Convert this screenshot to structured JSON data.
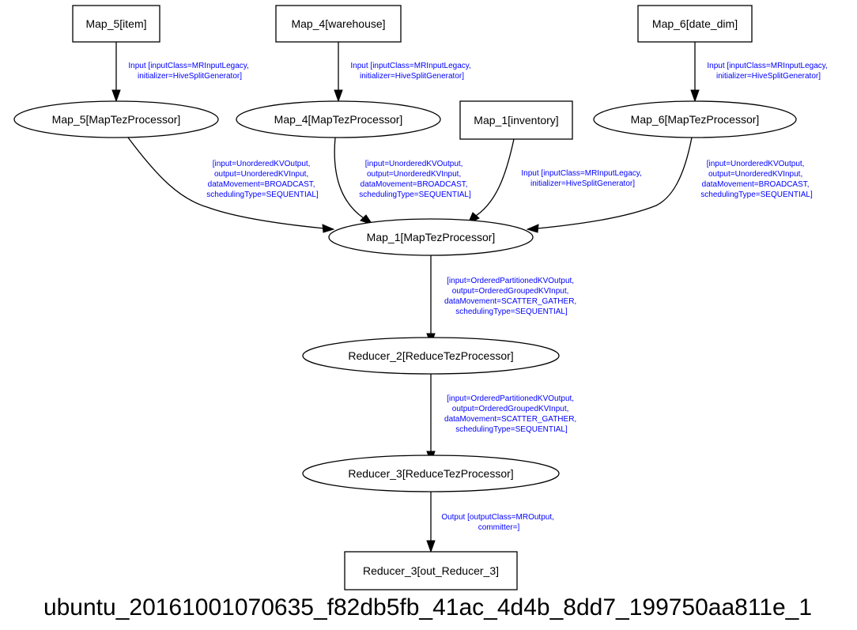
{
  "graph": {
    "title": "ubuntu_20161001070635_f82db5fb_41ac_4d4b_8dd7_199750aa811e_1",
    "nodes": {
      "map5_item": {
        "label": "Map_5[item]",
        "shape": "box"
      },
      "map4_warehouse": {
        "label": "Map_4[warehouse]",
        "shape": "box"
      },
      "map6_date_dim": {
        "label": "Map_6[date_dim]",
        "shape": "box"
      },
      "map5_proc": {
        "label": "Map_5[MapTezProcessor]",
        "shape": "ellipse"
      },
      "map4_proc": {
        "label": "Map_4[MapTezProcessor]",
        "shape": "ellipse"
      },
      "map1_inventory": {
        "label": "Map_1[inventory]",
        "shape": "box"
      },
      "map6_proc": {
        "label": "Map_6[MapTezProcessor]",
        "shape": "ellipse"
      },
      "map1_proc": {
        "label": "Map_1[MapTezProcessor]",
        "shape": "ellipse"
      },
      "reducer2_proc": {
        "label": "Reducer_2[ReduceTezProcessor]",
        "shape": "ellipse"
      },
      "reducer3_proc": {
        "label": "Reducer_3[ReduceTezProcessor]",
        "shape": "ellipse"
      },
      "reducer3_out": {
        "label": "Reducer_3[out_Reducer_3]",
        "shape": "box"
      }
    },
    "edges": {
      "map5_item_to_proc": {
        "from": "map5_item",
        "to": "map5_proc",
        "label": [
          "Input [inputClass=MRInputLegacy,",
          "initializer=HiveSplitGenerator]"
        ]
      },
      "map4_wh_to_proc": {
        "from": "map4_warehouse",
        "to": "map4_proc",
        "label": [
          "Input [inputClass=MRInputLegacy,",
          "initializer=HiveSplitGenerator]"
        ]
      },
      "map6_dd_to_proc": {
        "from": "map6_date_dim",
        "to": "map6_proc",
        "label": [
          "Input [inputClass=MRInputLegacy,",
          "initializer=HiveSplitGenerator]"
        ]
      },
      "map5_to_map1": {
        "from": "map5_proc",
        "to": "map1_proc",
        "label": [
          "[input=UnorderedKVOutput,",
          "output=UnorderedKVInput,",
          "dataMovement=BROADCAST,",
          "schedulingType=SEQUENTIAL]"
        ]
      },
      "map4_to_map1": {
        "from": "map4_proc",
        "to": "map1_proc",
        "label": [
          "[input=UnorderedKVOutput,",
          "output=UnorderedKVInput,",
          "dataMovement=BROADCAST,",
          "schedulingType=SEQUENTIAL]"
        ]
      },
      "inventory_to_map1": {
        "from": "map1_inventory",
        "to": "map1_proc",
        "label": [
          "Input [inputClass=MRInputLegacy,",
          "initializer=HiveSplitGenerator]"
        ]
      },
      "map6_to_map1": {
        "from": "map6_proc",
        "to": "map1_proc",
        "label": [
          "[input=UnorderedKVOutput,",
          "output=UnorderedKVInput,",
          "dataMovement=BROADCAST,",
          "schedulingType=SEQUENTIAL]"
        ]
      },
      "map1_to_reducer2": {
        "from": "map1_proc",
        "to": "reducer2_proc",
        "label": [
          "[input=OrderedPartitionedKVOutput,",
          "output=OrderedGroupedKVInput,",
          "dataMovement=SCATTER_GATHER,",
          "schedulingType=SEQUENTIAL]"
        ]
      },
      "reducer2_to_reducer3": {
        "from": "reducer2_proc",
        "to": "reducer3_proc",
        "label": [
          "[input=OrderedPartitionedKVOutput,",
          "output=OrderedGroupedKVInput,",
          "dataMovement=SCATTER_GATHER,",
          "schedulingType=SEQUENTIAL]"
        ]
      },
      "reducer3_to_out": {
        "from": "reducer3_proc",
        "to": "reducer3_out",
        "label": [
          "Output [outputClass=MROutput,",
          "committer=]"
        ]
      }
    },
    "colors": {
      "node_stroke": "#000000",
      "edge_label": "#0000ff",
      "background": "#ffffff"
    }
  }
}
